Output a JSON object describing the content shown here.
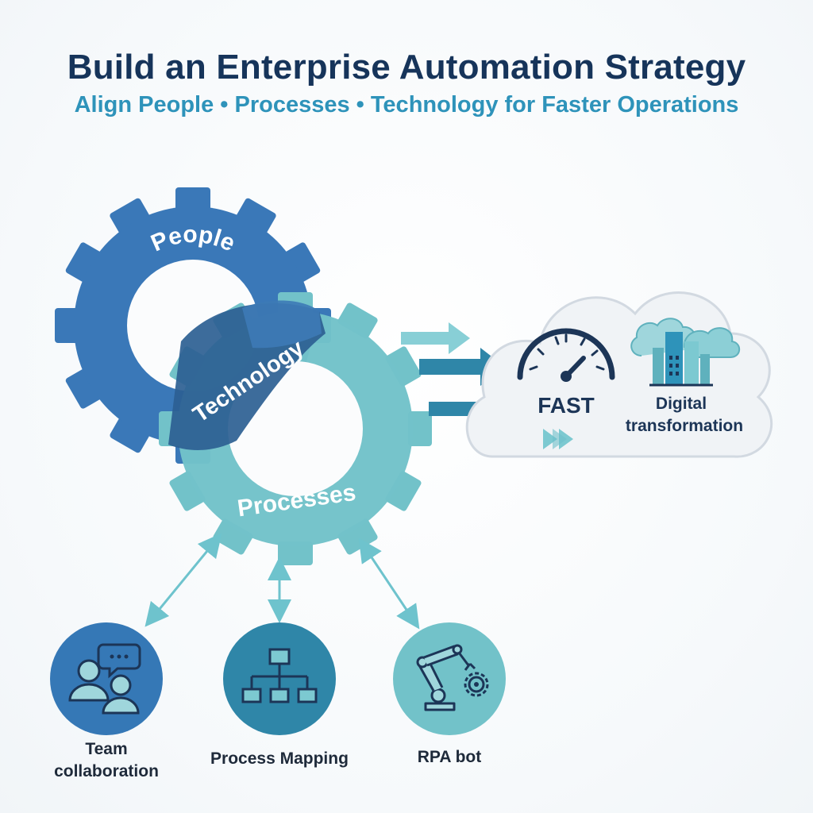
{
  "header": {
    "title": "Build an Enterprise Automation Strategy",
    "subtitle": "Align People • Processes • Technology for Faster Operations"
  },
  "gears": {
    "people": "People",
    "technology": "Technology",
    "processes": "Processes"
  },
  "outcome": {
    "fast_label": "FAST",
    "digital_line1": "Digital",
    "digital_line2": "transformation"
  },
  "components": [
    {
      "line1": "Team",
      "line2": "collaboration",
      "icon": "team-collaboration-icon"
    },
    {
      "line1": "Process Mapping",
      "line2": "",
      "icon": "process-mapping-icon"
    },
    {
      "line1": "RPA bot",
      "line2": "",
      "icon": "rpa-bot-icon"
    }
  ],
  "colors": {
    "title": "#16345a",
    "subtitle": "#2e93ba",
    "people_gear": "#3a78b8",
    "processes_gear": "#72c2c9",
    "technology_band": "#2c5f93",
    "arrow_dark": "#2f86a8",
    "arrow_light": "#88cfd6"
  }
}
